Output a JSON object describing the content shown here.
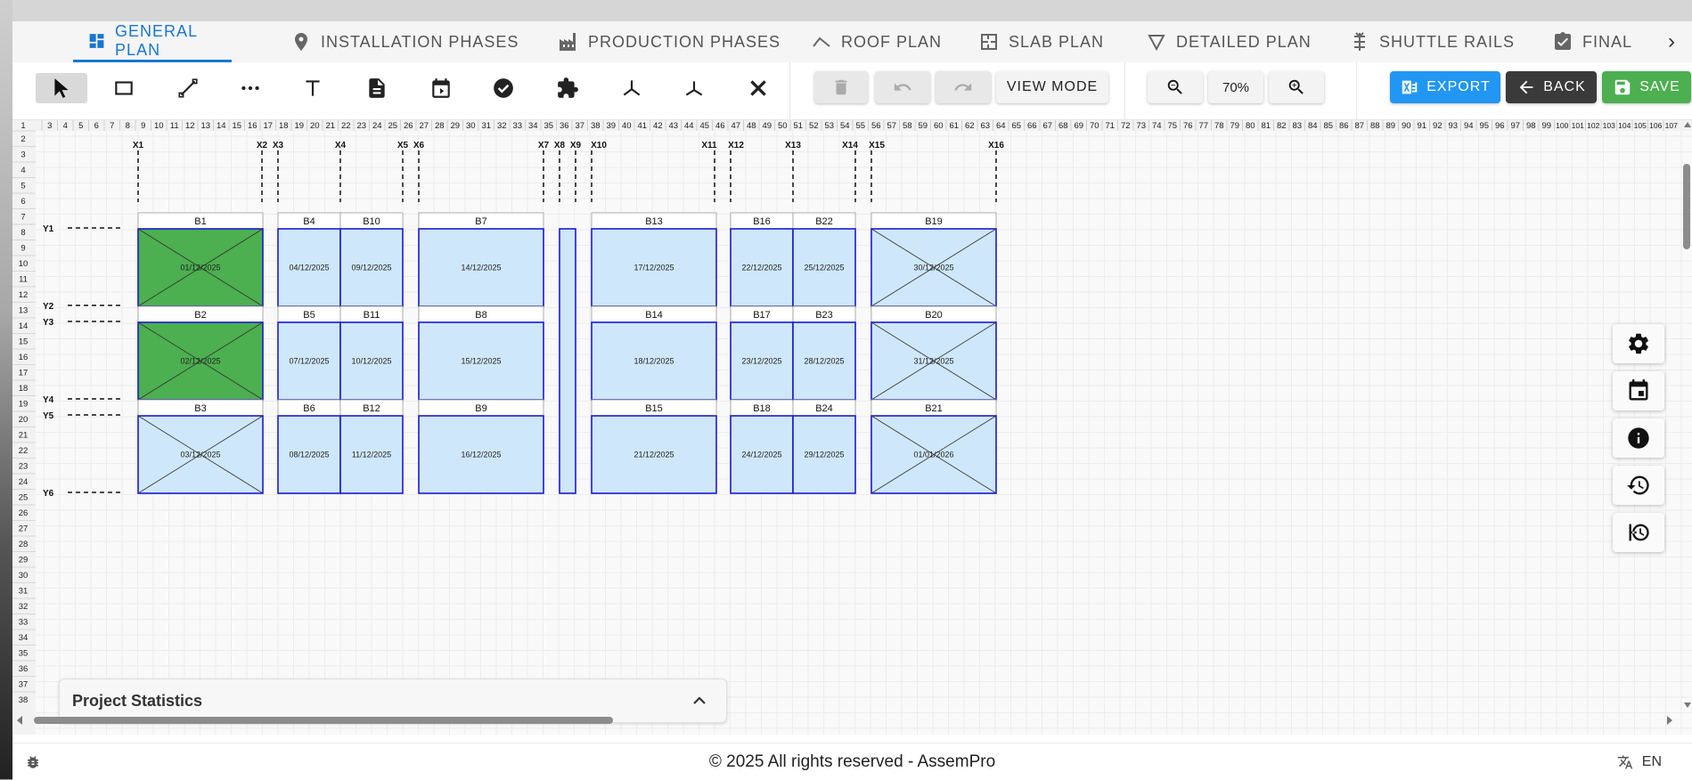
{
  "tabs": [
    {
      "label": "GENERAL PLAN",
      "icon": "dashboard-icon",
      "active": true
    },
    {
      "label": "INSTALLATION PHASES",
      "icon": "location-pin-icon",
      "active": false
    },
    {
      "label": "PRODUCTION PHASES",
      "icon": "factory-icon",
      "active": false
    },
    {
      "label": "ROOF PLAN",
      "icon": "roof-icon",
      "active": false
    },
    {
      "label": "SLAB PLAN",
      "icon": "floor-plan-icon",
      "active": false
    },
    {
      "label": "DETAILED PLAN",
      "icon": "triangle-icon",
      "active": false
    },
    {
      "label": "SHUTTLE RAILS",
      "icon": "rail-icon",
      "active": false
    },
    {
      "label": "FINAL",
      "icon": "clipboard-check-icon",
      "active": false
    }
  ],
  "toolbar": {
    "tools": [
      "pointer-icon",
      "rectangle-icon",
      "line-icon",
      "dots-icon",
      "text-icon",
      "note-icon",
      "calendar-icon",
      "check-circle-icon",
      "puzzle-icon",
      "axis-icon",
      "axis-alt-icon",
      "close-icon"
    ],
    "view_mode_label": "VIEW MODE",
    "zoom_label": "70%",
    "export_label": "EXPORT",
    "back_label": "BACK",
    "save_label": "SAVE"
  },
  "ruler": {
    "first": 1,
    "last": 107,
    "rows_first": 1,
    "rows_last": 38
  },
  "grid_x": [
    "X1",
    "X2",
    "X3",
    "X4",
    "X5",
    "X6",
    "X7",
    "X8",
    "X9",
    "X10",
    "X11",
    "X12",
    "X13",
    "X14",
    "X15",
    "X16"
  ],
  "grid_y": [
    "Y1",
    "Y2",
    "Y3",
    "Y4",
    "Y5",
    "Y6"
  ],
  "panels": [
    {
      "label": "B1",
      "date": "01/12/2025",
      "status": "done"
    },
    {
      "label": "B2",
      "date": "02/12/2025",
      "status": "done"
    },
    {
      "label": "B3",
      "date": "03/12/2025",
      "status": "crossed"
    },
    {
      "label": "B4",
      "date": "04/12/2025",
      "status": "planned"
    },
    {
      "label": "B5",
      "date": "07/12/2025",
      "status": "planned"
    },
    {
      "label": "B6",
      "date": "08/12/2025",
      "status": "planned"
    },
    {
      "label": "B10",
      "date": "09/12/2025",
      "status": "planned"
    },
    {
      "label": "B11",
      "date": "10/12/2025",
      "status": "planned"
    },
    {
      "label": "B12",
      "date": "11/12/2025",
      "status": "planned"
    },
    {
      "label": "B7",
      "date": "14/12/2025",
      "status": "planned"
    },
    {
      "label": "B8",
      "date": "15/12/2025",
      "status": "planned"
    },
    {
      "label": "B9",
      "date": "16/12/2025",
      "status": "planned"
    },
    {
      "label": "B13",
      "date": "17/12/2025",
      "status": "planned"
    },
    {
      "label": "B14",
      "date": "18/12/2025",
      "status": "planned"
    },
    {
      "label": "B15",
      "date": "21/12/2025",
      "status": "planned"
    },
    {
      "label": "B16",
      "date": "22/12/2025",
      "status": "planned"
    },
    {
      "label": "B17",
      "date": "23/12/2025",
      "status": "planned"
    },
    {
      "label": "B18",
      "date": "24/12/2025",
      "status": "planned"
    },
    {
      "label": "B22",
      "date": "25/12/2025",
      "status": "planned"
    },
    {
      "label": "B23",
      "date": "28/12/2025",
      "status": "planned"
    },
    {
      "label": "B24",
      "date": "29/12/2025",
      "status": "planned"
    },
    {
      "label": "B19",
      "date": "30/12/2025",
      "status": "crossed"
    },
    {
      "label": "B20",
      "date": "31/12/2025",
      "status": "crossed"
    },
    {
      "label": "B21",
      "date": "01/01/2026",
      "status": "crossed"
    }
  ],
  "side_tools": [
    "settings-icon",
    "calendar-event-icon",
    "info-icon",
    "history-icon",
    "timeline-icon"
  ],
  "stats": {
    "title": "Project Statistics"
  },
  "footer": {
    "copyright": "© 2025 All rights reserved - AssemPro",
    "lang": "EN"
  },
  "colors": {
    "accent": "#1976d2",
    "done": "#4caf50",
    "planned": "#cfe7fa",
    "panel_border": "#1a1ad6",
    "export": "#2196f3",
    "save": "#4caf50"
  }
}
